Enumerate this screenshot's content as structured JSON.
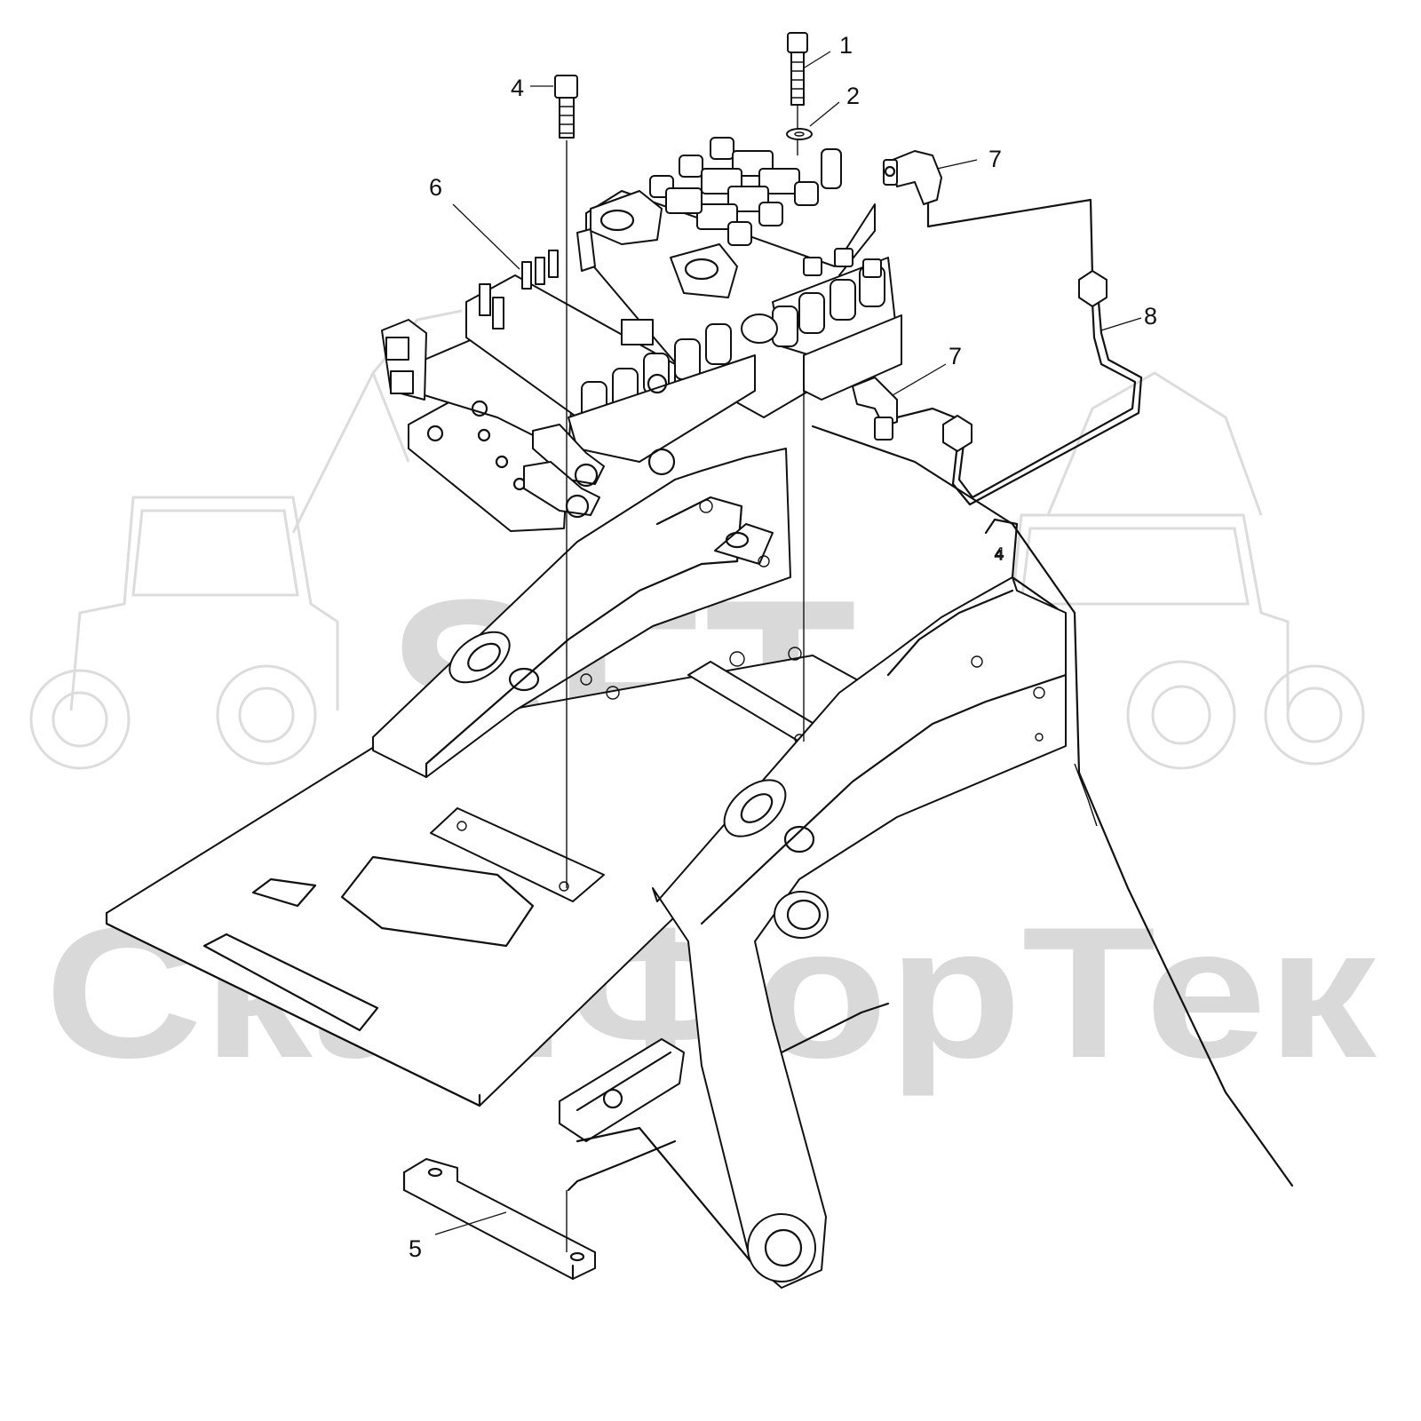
{
  "watermark": {
    "logo_text": "SFT",
    "brand_text": "СканФорТек",
    "color": "#d9d9d9"
  },
  "callouts": [
    {
      "id": "1",
      "label": "1"
    },
    {
      "id": "2",
      "label": "2"
    },
    {
      "id": "4",
      "label": "4"
    },
    {
      "id": "6",
      "label": "6"
    },
    {
      "id": "7a",
      "label": "7"
    },
    {
      "id": "7b",
      "label": "7"
    },
    {
      "id": "8",
      "label": "8"
    },
    {
      "id": "5",
      "label": "5"
    }
  ]
}
